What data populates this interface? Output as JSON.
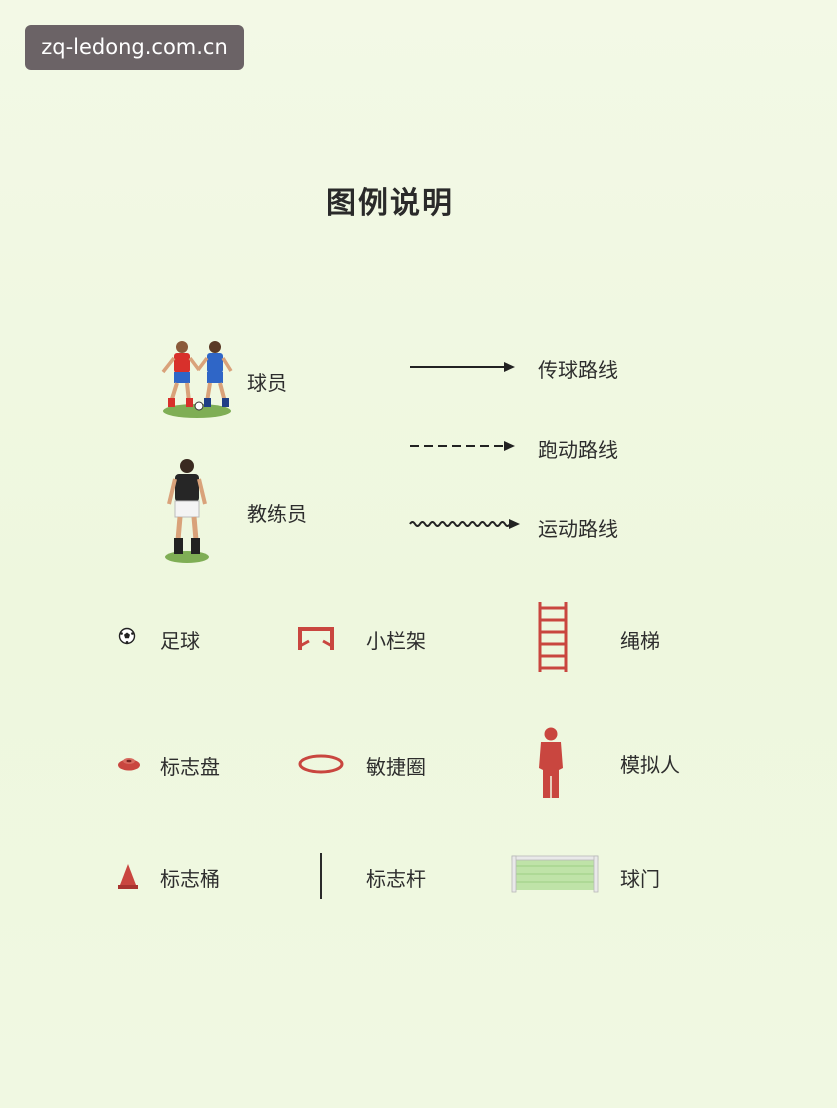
{
  "watermark": {
    "text": "zq-ledong.com.cn"
  },
  "title": "图例说明",
  "legend": {
    "players": "球员",
    "coach": "教练员",
    "pass_route": "传球路线",
    "run_route": "跑动路线",
    "move_route": "运动路线",
    "ball": "足球",
    "mini_hurdle": "小栏架",
    "rope_ladder": "绳梯",
    "marker_disc": "标志盘",
    "agility_ring": "敏捷圈",
    "dummy": "模拟人",
    "cone": "标志桶",
    "pole": "标志杆",
    "goal": "球门"
  },
  "colors": {
    "equipment_red": "#c9463f",
    "player_red": "#d8302b",
    "player_blue": "#2f66c7",
    "coach_black": "#262626",
    "goal_green": "#bfe3a8"
  }
}
